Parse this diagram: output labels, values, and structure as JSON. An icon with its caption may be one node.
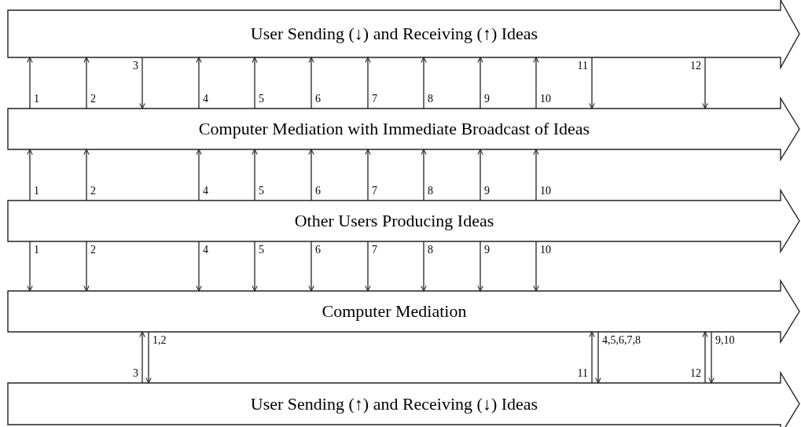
{
  "diagram": {
    "nodes": [
      {
        "text": [
          "User Sending (↓) and Receiving (↑) Ideas"
        ]
      },
      {
        "text": [
          "Computer Mediation with Immediate Broadcast of Ideas"
        ]
      },
      {
        "text": [
          "Other Users Producing Ideas"
        ]
      },
      {
        "text": [
          "Computer Mediation"
        ]
      },
      {
        "text": [
          "User Sending (↑) and Receiving (↓) Ideas"
        ]
      }
    ],
    "edges": [
      {
        "from": 1,
        "to": 0,
        "arrow": "to",
        "label": "1"
      },
      {
        "from": 1,
        "to": 0,
        "arrow": "to",
        "label": "2"
      },
      {
        "from": 1,
        "to": 0,
        "arrow": "to",
        "label": "4"
      },
      {
        "from": 1,
        "to": 0,
        "arrow": "to",
        "label": "5"
      },
      {
        "from": 1,
        "to": 0,
        "arrow": "to",
        "label": "6"
      },
      {
        "from": 1,
        "to": 0,
        "arrow": "to",
        "label": "7"
      },
      {
        "from": 1,
        "to": 0,
        "arrow": "to",
        "label": "8"
      },
      {
        "from": 1,
        "to": 0,
        "arrow": "to",
        "label": "9"
      },
      {
        "from": 1,
        "to": 0,
        "arrow": "to",
        "label": "10"
      },
      {
        "from": 0,
        "to": 1,
        "arrow": "to",
        "label": "3"
      },
      {
        "from": 0,
        "to": 1,
        "arrow": "to",
        "label": "11"
      },
      {
        "from": 0,
        "to": 1,
        "arrow": "to",
        "label": "12"
      },
      {
        "from": 2,
        "to": 1,
        "arrow": "to",
        "label": "1"
      },
      {
        "from": 2,
        "to": 1,
        "arrow": "to",
        "label": "2"
      },
      {
        "from": 2,
        "to": 1,
        "arrow": "to",
        "label": "4"
      },
      {
        "from": 2,
        "to": 1,
        "arrow": "to",
        "label": "5"
      },
      {
        "from": 2,
        "to": 1,
        "arrow": "to",
        "label": "6"
      },
      {
        "from": 2,
        "to": 1,
        "arrow": "to",
        "label": "7"
      },
      {
        "from": 2,
        "to": 1,
        "arrow": "to",
        "label": "8"
      },
      {
        "from": 2,
        "to": 1,
        "arrow": "to",
        "label": "9"
      },
      {
        "from": 2,
        "to": 1,
        "arrow": "to",
        "label": "10"
      },
      {
        "from": 2,
        "to": 3,
        "arrow": "to",
        "label": "1"
      },
      {
        "from": 2,
        "to": 3,
        "arrow": "to",
        "label": "2"
      },
      {
        "from": 2,
        "to": 3,
        "arrow": "to",
        "label": "4"
      },
      {
        "from": 2,
        "to": 3,
        "arrow": "to",
        "label": "5"
      },
      {
        "from": 2,
        "to": 3,
        "arrow": "to",
        "label": "6"
      },
      {
        "from": 2,
        "to": 3,
        "arrow": "to",
        "label": "7"
      },
      {
        "from": 2,
        "to": 3,
        "arrow": "to",
        "label": "8"
      },
      {
        "from": 2,
        "to": 3,
        "arrow": "to",
        "label": "9"
      },
      {
        "from": 2,
        "to": 3,
        "arrow": "to",
        "label": "10"
      },
      {
        "from": 4,
        "to": 3,
        "arrow": "to",
        "label": "3"
      },
      {
        "from": 3,
        "to": 4,
        "arrow": "to",
        "label": "1,2"
      },
      {
        "from": 4,
        "to": 3,
        "arrow": "to",
        "label": "11"
      },
      {
        "from": 3,
        "to": 4,
        "arrow": "to",
        "label": "4,5,6,7,8"
      },
      {
        "from": 4,
        "to": 3,
        "arrow": "to",
        "label": "12"
      },
      {
        "from": 3,
        "to": 4,
        "arrow": "to",
        "label": "9,10"
      }
    ]
  }
}
